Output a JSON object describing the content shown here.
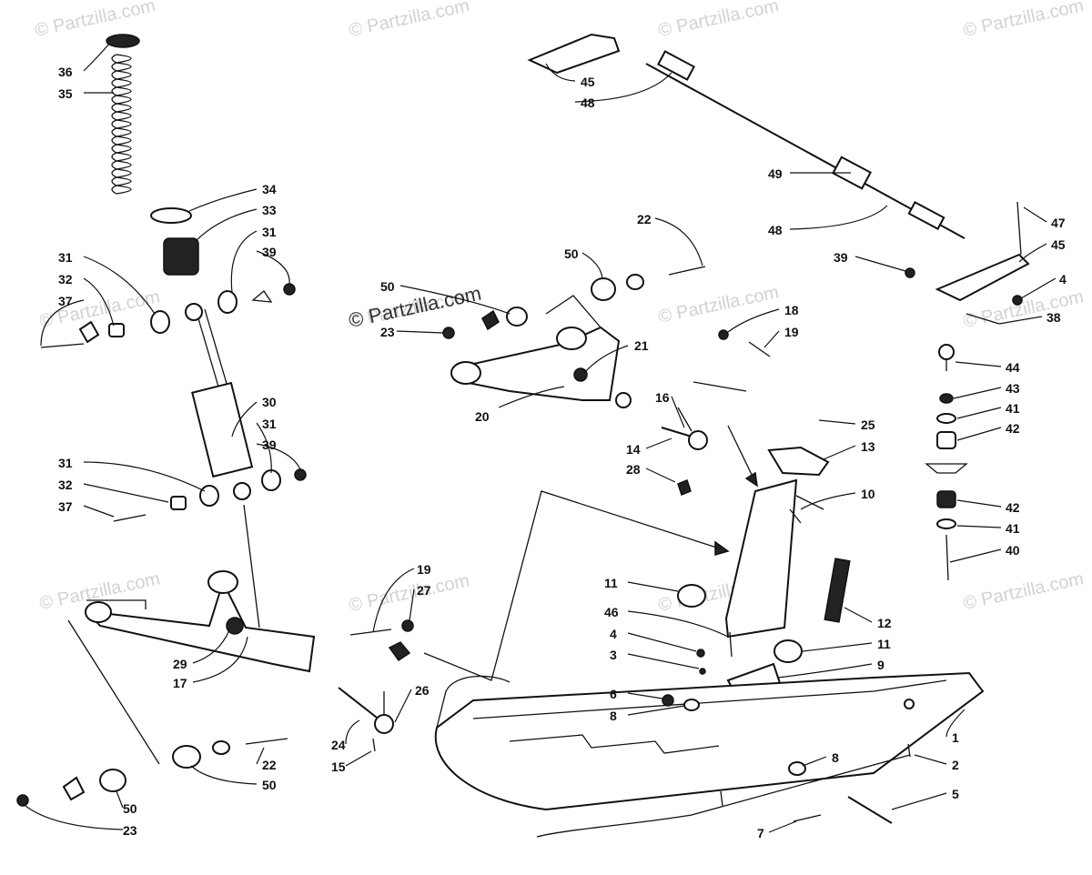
{
  "watermarks": [
    "© Partzilla.com",
    "© Partzilla.com",
    "© Partzilla.com",
    "© Partzilla.com",
    "© Partzilla.com",
    "© Partzilla.com",
    "© Partzilla.com",
    "© Partzilla.com",
    "© Partzilla.com",
    "© Partzilla.com",
    "© Partzilla.com",
    "© Partzilla.com"
  ],
  "center_watermark": "© Partzilla.com",
  "callouts": [
    "36",
    "35",
    "34",
    "33",
    "31",
    "39",
    "31",
    "32",
    "37",
    "30",
    "31",
    "39",
    "31",
    "32",
    "37",
    "45",
    "48",
    "49",
    "48",
    "47",
    "45",
    "39",
    "4",
    "38",
    "44",
    "43",
    "41",
    "42",
    "42",
    "41",
    "40",
    "22",
    "50",
    "50",
    "23",
    "21",
    "18",
    "19",
    "20",
    "16",
    "14",
    "28",
    "25",
    "13",
    "10",
    "12",
    "11",
    "46",
    "4",
    "3",
    "11",
    "9",
    "6",
    "8",
    "1",
    "8",
    "2",
    "5",
    "7",
    "19",
    "27",
    "29",
    "17",
    "26",
    "24",
    "15",
    "22",
    "50",
    "50",
    "23"
  ]
}
